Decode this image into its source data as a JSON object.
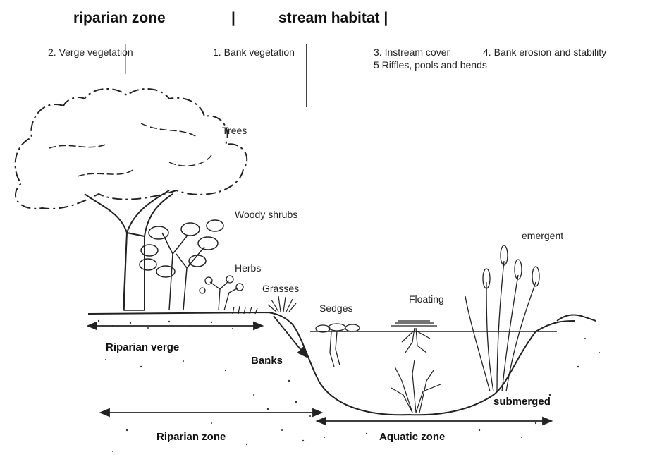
{
  "header": {
    "left": "riparian zone",
    "sep1": "|",
    "right": "stream habitat |"
  },
  "categories": {
    "verge": "2. Verge vegetation",
    "bank": "1. Bank vegetation",
    "instream": "3. Instream cover",
    "erosion": "4. Bank erosion and stability",
    "riffles": "5 Riffles, pools and bends"
  },
  "vegetation": {
    "trees": "Trees",
    "shrubs": "Woody shrubs",
    "herbs": "Herbs",
    "grasses": "Grasses",
    "sedges": "Sedges",
    "floating": "Floating",
    "emergent": "emergent",
    "submerged": "submerged"
  },
  "zones": {
    "verge": "Riparian verge",
    "banks": "Banks",
    "riparian": "Riparian zone",
    "aquatic": "Aquatic zone"
  }
}
